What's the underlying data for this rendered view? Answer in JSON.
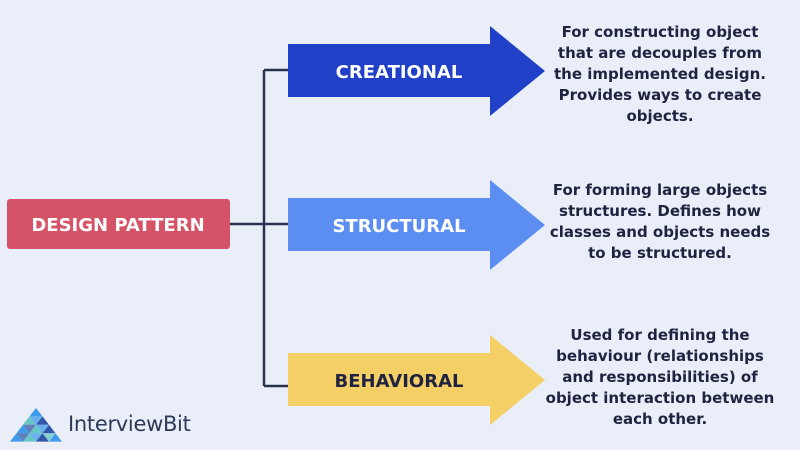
{
  "root": {
    "label": "DESIGN PATTERN",
    "color": "#d55366"
  },
  "branches": [
    {
      "key": "creational",
      "label": "CREATIONAL",
      "color": "#2140c8",
      "text_color": "#ffffff",
      "description": "For constructing object that are decouples from the implemented design. Provides ways to create objects."
    },
    {
      "key": "structural",
      "label": "STRUCTURAL",
      "color": "#5c8ef2",
      "text_color": "#ffffff",
      "description": "For forming large objects structures. Defines how classes and objects needs to be structured."
    },
    {
      "key": "behavioral",
      "label": "BEHAVIORAL",
      "color": "#f3cf65",
      "text_color": "#1f2340",
      "description": "Used for defining the behaviour (relationships and responsibilities) of object interaction between each other."
    }
  ],
  "connector_color": "#2b3250",
  "logo": {
    "text": "InterviewBit",
    "icon": "interviewbit-triangle-logo",
    "colors": [
      "#3d9be9",
      "#66c7c4",
      "#3257a8"
    ]
  }
}
